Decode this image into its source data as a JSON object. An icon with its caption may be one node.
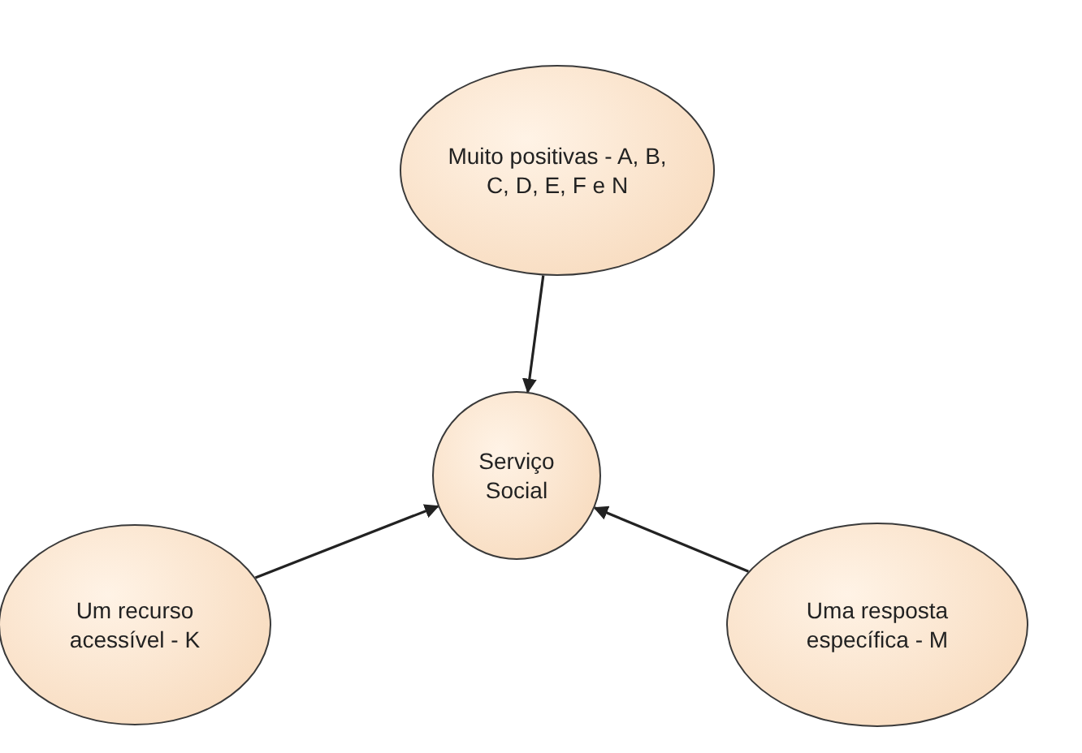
{
  "diagram": {
    "nodes": [
      {
        "text": [
          "Muito positivas - A, B, C, D, E, F e N"
        ]
      },
      {
        "text": [
          "Serviço Social"
        ]
      },
      {
        "text": [
          "Um recurso acessível - K"
        ]
      },
      {
        "text": [
          "Uma resposta específica - M"
        ]
      }
    ],
    "edges": [
      {
        "from": 0,
        "to": 1,
        "arrow": "to"
      },
      {
        "from": 2,
        "to": 1,
        "arrow": "to"
      },
      {
        "from": 3,
        "to": 1,
        "arrow": "to"
      }
    ]
  }
}
